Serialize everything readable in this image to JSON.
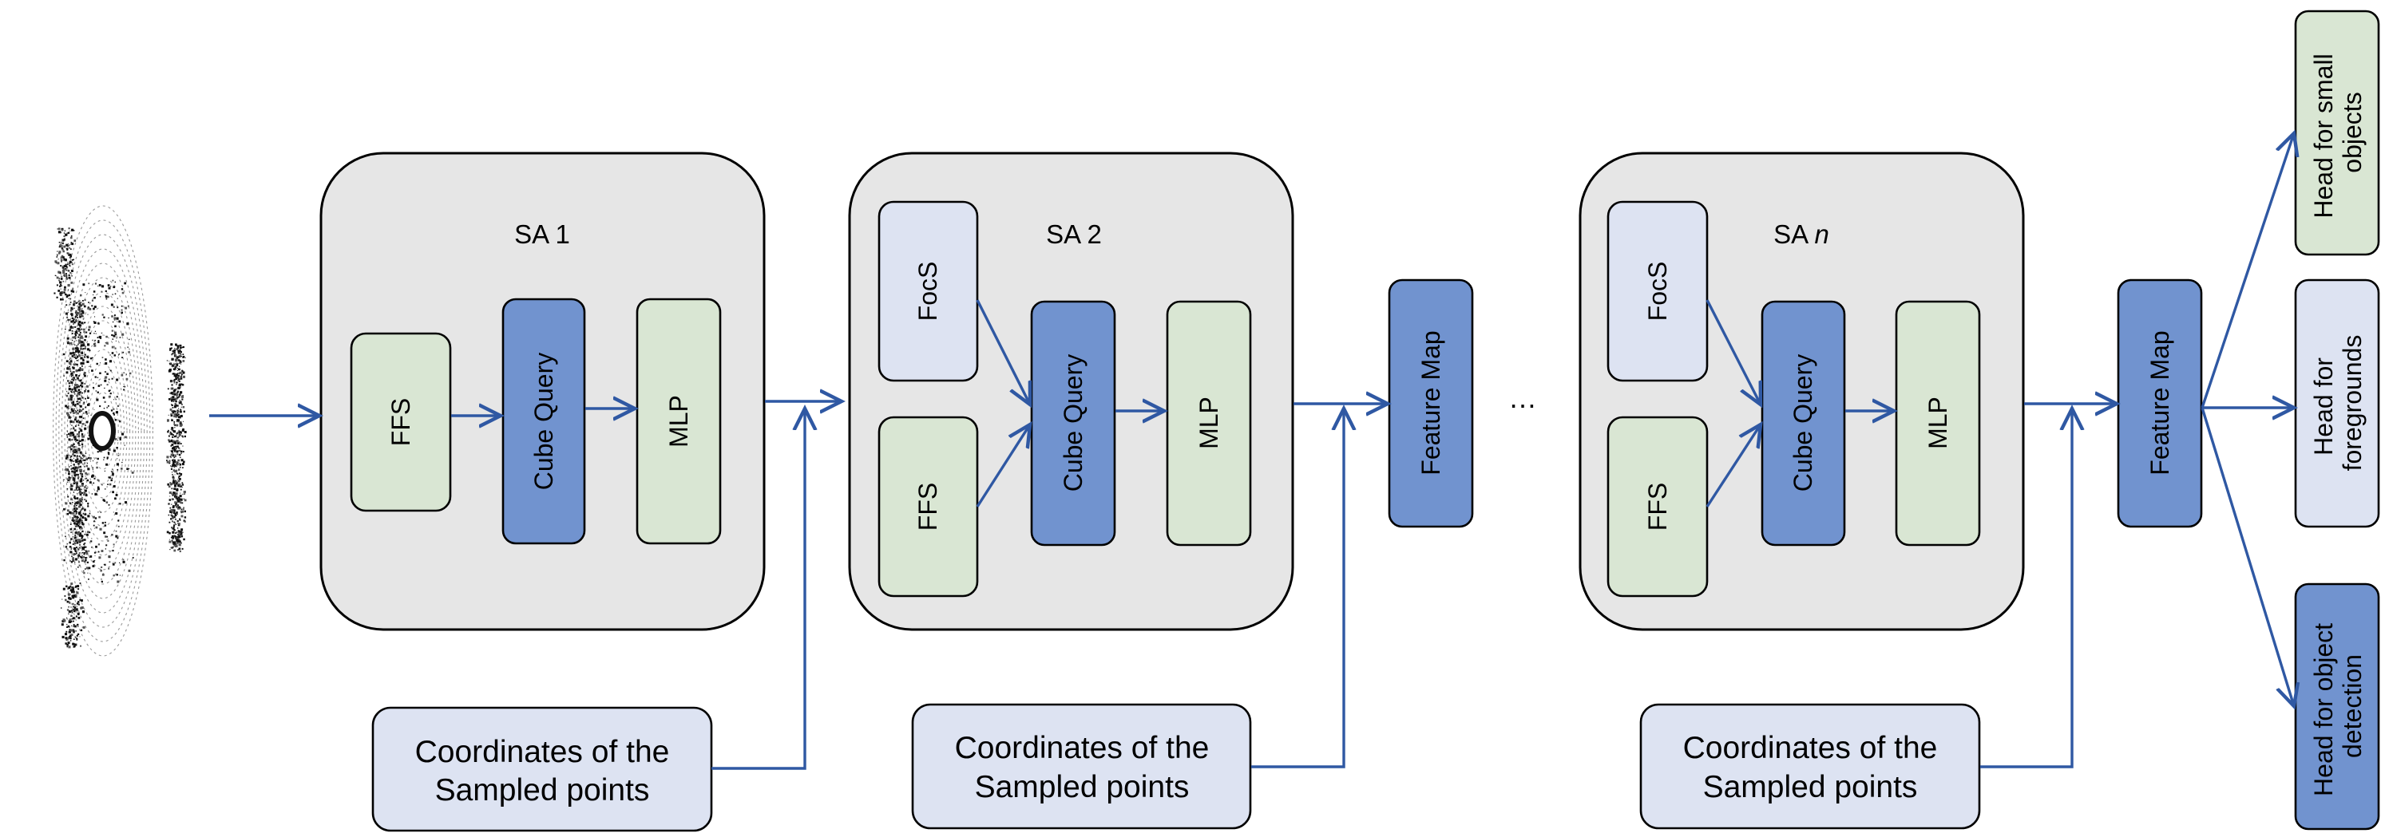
{
  "input_point_cloud": {
    "icon": "lidar-point-cloud"
  },
  "sa_blocks": [
    {
      "title": "SA 1",
      "title_italic_suffix": "",
      "ffs": "FFS",
      "focs": "",
      "cube_query": "Cube Query",
      "mlp": "MLP"
    },
    {
      "title": "SA 2",
      "title_italic_suffix": "",
      "ffs": "FFS",
      "focs": "FocS",
      "cube_query": "Cube Query",
      "mlp": "MLP"
    },
    {
      "title": "SA ",
      "title_italic_suffix": "n",
      "ffs": "FFS",
      "focs": "FocS",
      "cube_query": "Cube Query",
      "mlp": "MLP"
    }
  ],
  "coordinates": [
    {
      "line1": "Coordinates of the",
      "line2": "Sampled points"
    },
    {
      "line1": "Coordinates of the",
      "line2": "Sampled points"
    },
    {
      "line1": "Coordinates of the",
      "line2": "Sampled points"
    }
  ],
  "feature_maps": [
    "Feature Map",
    "Feature Map"
  ],
  "ellipsis": "…",
  "heads": [
    {
      "line1": "Head for small",
      "line2": "objects"
    },
    {
      "line1": "Head for",
      "line2": "foregrounds"
    },
    {
      "line1": "Head for object",
      "line2": "detection"
    }
  ],
  "colors": {
    "sa_background": "#e6e6e6",
    "green_block": "#d9e6d3",
    "blue_block": "#7193cf",
    "lavender_block": "#dde3f2",
    "arrow": "#2f58a3"
  }
}
